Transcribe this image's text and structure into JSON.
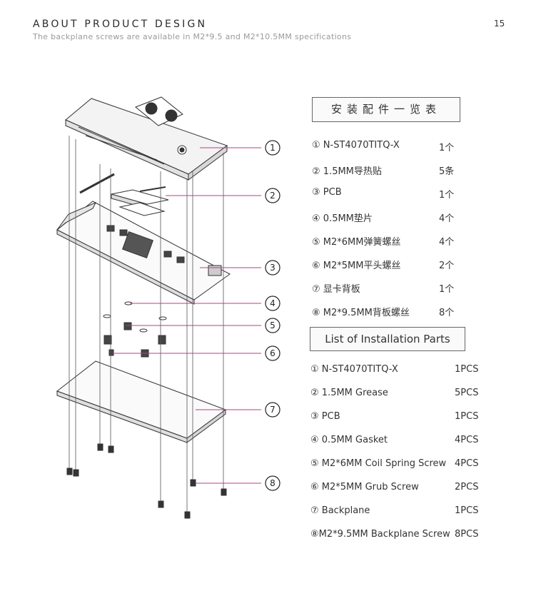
{
  "header": {
    "title": "ABOUT PRODUCT DESIGN",
    "subtitle": "The backplane screws are available in M2*9.5 and M2*10.5MM specifications",
    "page_number": "15"
  },
  "callouts": [
    "①",
    "②",
    "③",
    "④",
    "⑤",
    "⑥",
    "⑦",
    "⑧"
  ],
  "parts_cn": {
    "heading": "安装配件一览表",
    "items": [
      {
        "name": "① N-ST4070TITQ-X",
        "qty": "1个"
      },
      {
        "name": "② 1.5MM导热贴",
        "qty": "5条"
      },
      {
        "name": "③ PCB",
        "qty": "1个"
      },
      {
        "name": "④ 0.5MM垫片",
        "qty": "4个"
      },
      {
        "name": "⑤ M2*6MM弹簧螺丝",
        "qty": "4个"
      },
      {
        "name": "⑥ M2*5MM平头螺丝",
        "qty": "2个"
      },
      {
        "name": "⑦ 显卡背板",
        "qty": "1个"
      },
      {
        "name": "⑧ M2*9.5MM背板螺丝",
        "qty": "8个"
      }
    ]
  },
  "parts_en": {
    "heading": "List of Installation Parts",
    "items": [
      {
        "name": "① N-ST4070TITQ-X",
        "qty": "1PCS"
      },
      {
        "name": "② 1.5MM Grease",
        "qty": "5PCS"
      },
      {
        "name": "③ PCB",
        "qty": "1PCS"
      },
      {
        "name": "④ 0.5MM Gasket",
        "qty": "4PCS"
      },
      {
        "name": "⑤ M2*6MM Coil Spring Screw",
        "qty": "4PCS"
      },
      {
        "name": "⑥ M2*5MM Grub Screw",
        "qty": "2PCS"
      },
      {
        "name": "⑦ Backplane",
        "qty": "1PCS"
      },
      {
        "name": "⑧M2*9.5MM Backplane Screw",
        "qty": "8PCS"
      }
    ]
  },
  "colors": {
    "callout_line": "#c0398c",
    "text": "#333333",
    "subtitle": "#9a9a9a"
  }
}
